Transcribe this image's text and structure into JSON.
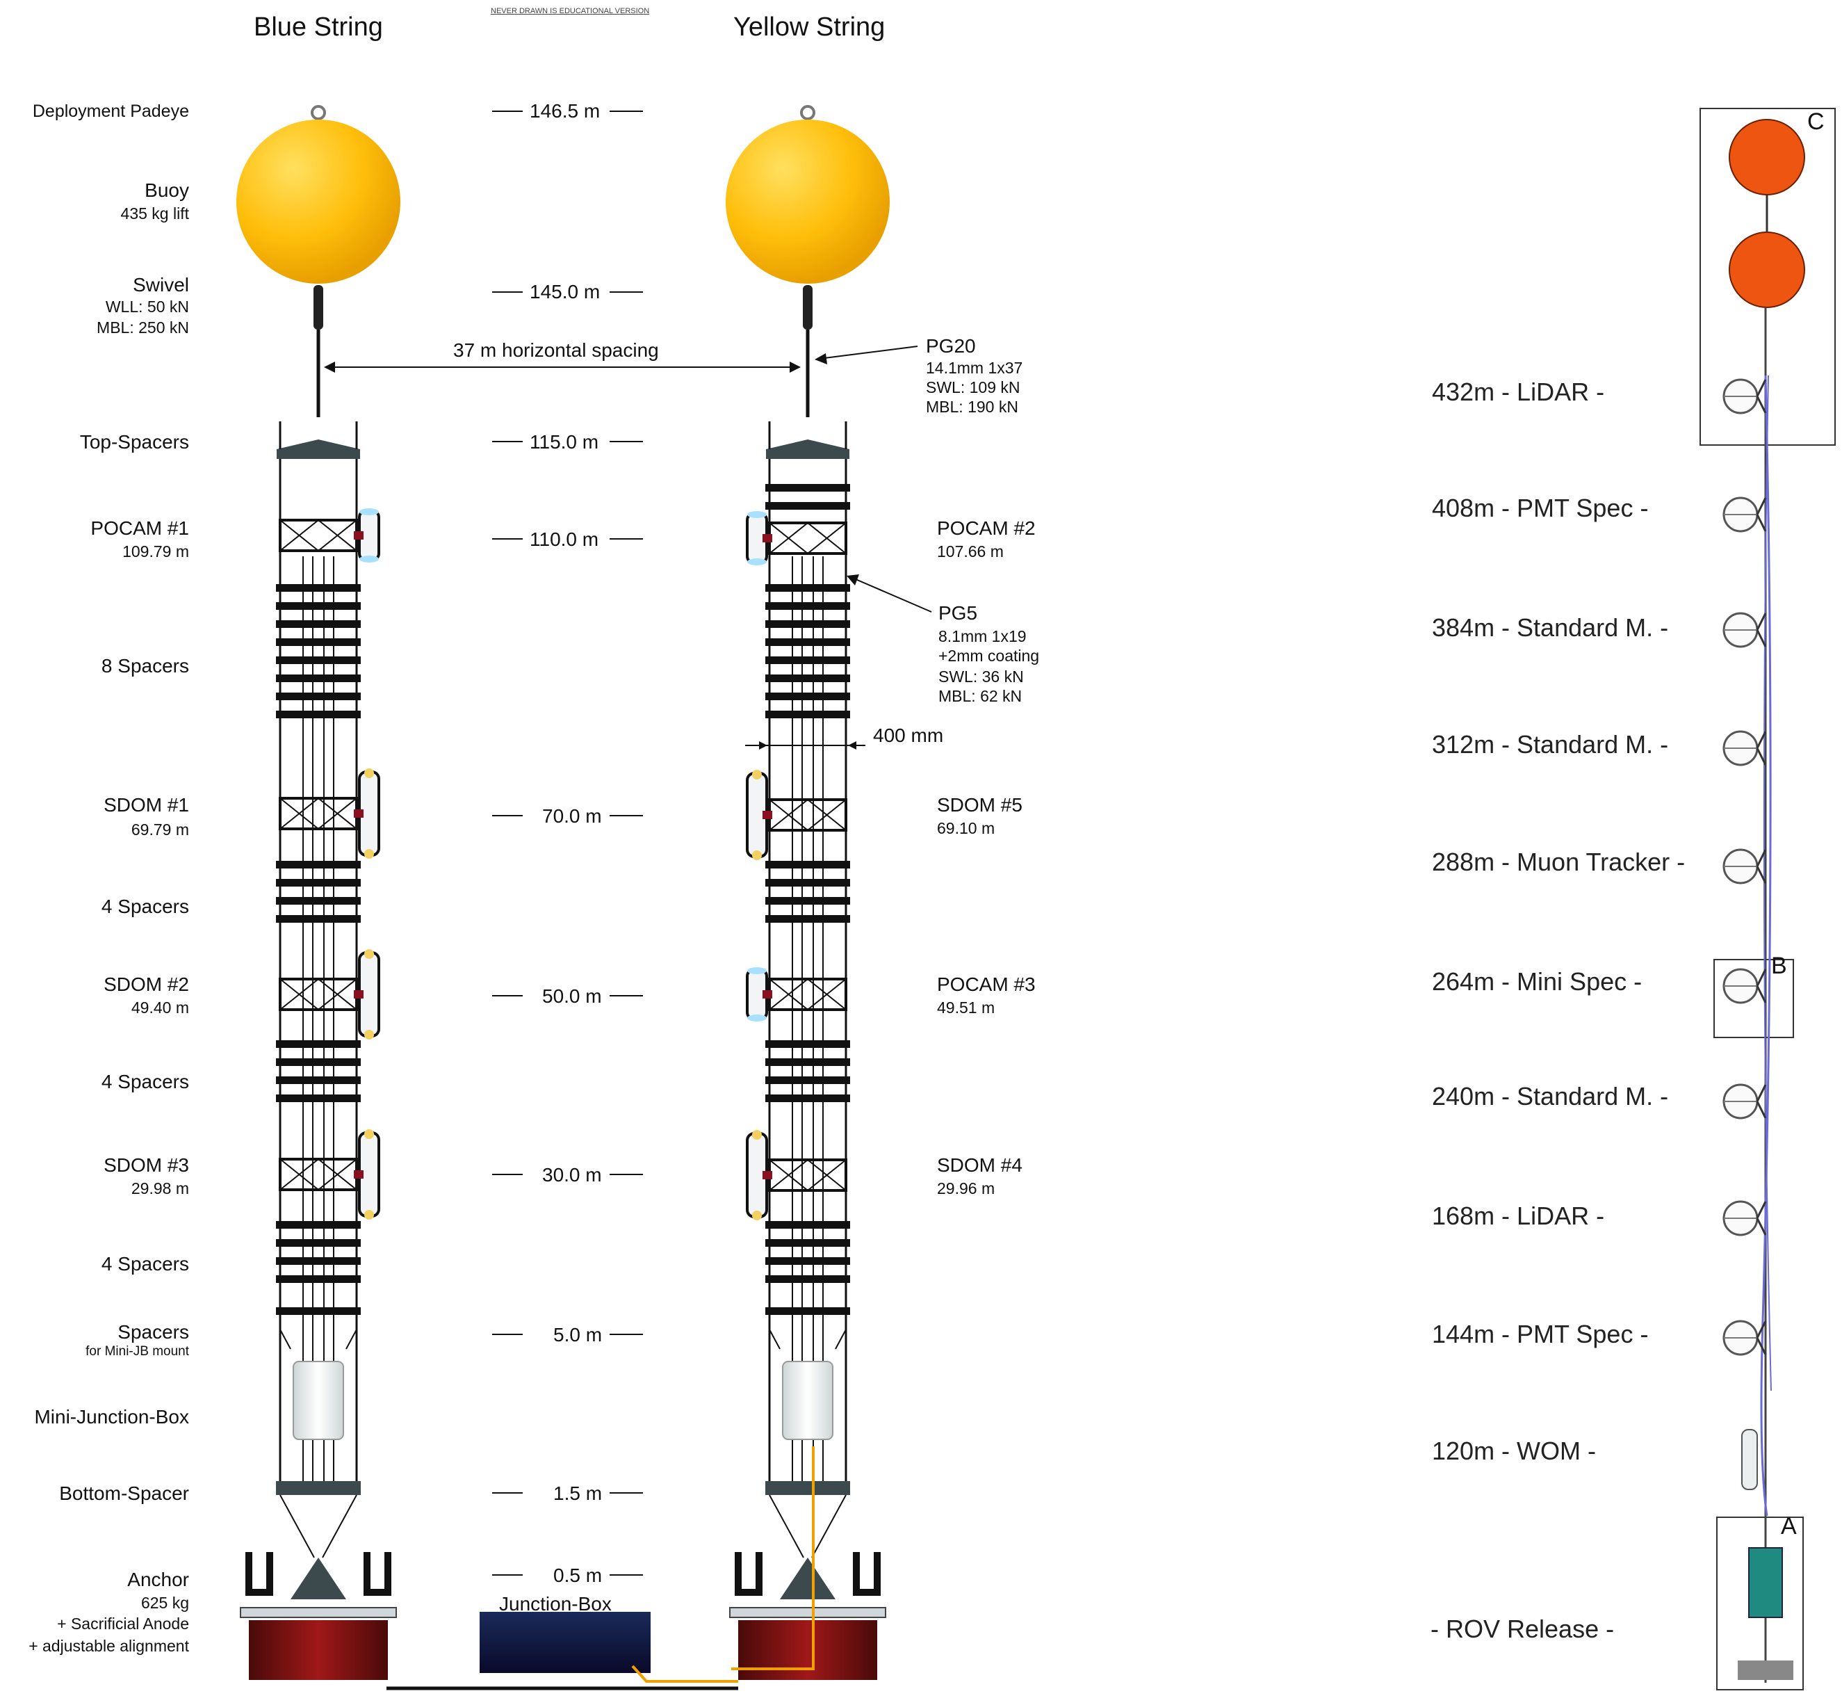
{
  "headers": {
    "blue": "Blue String",
    "yellow": "Yellow String",
    "watermark": "NEVER DRAWN IS EDUCATIONAL VERSION"
  },
  "left_labels": {
    "padeye": "Deployment Padeye",
    "buoy": "Buoy",
    "buoy_sub": "435 kg lift",
    "swivel": "Swivel",
    "swivel_wll": "WLL:   50 kN",
    "swivel_mbl": "MBL: 250 kN",
    "top_spacers": "Top-Spacers",
    "pocam1": "POCAM #1",
    "pocam1_depth": "109.79 m",
    "spacers8": "8 Spacers",
    "sdom1": "SDOM #1",
    "sdom1_depth": "69.79 m",
    "spacers4a": "4 Spacers",
    "sdom2": "SDOM #2",
    "sdom2_depth": "49.40 m",
    "spacers4b": "4 Spacers",
    "sdom3": "SDOM #3",
    "sdom3_depth": "29.98 m",
    "spacers4c": "4 Spacers",
    "spacers_jb": "Spacers",
    "spacers_jb_sub": "for Mini-JB mount",
    "mini_jb": "Mini-Junction-Box",
    "bottom_spacer": "Bottom-Spacer",
    "anchor": "Anchor",
    "anchor_mass": "625 kg",
    "anchor_anode": "+ Sacrificial Anode",
    "anchor_align": "+ adjustable alignment"
  },
  "heights": [
    "146.5 m",
    "145.0 m",
    "115.0 m",
    "110.0 m",
    "70.0 m",
    "50.0 m",
    "30.0 m",
    "5.0 m",
    "1.5 m",
    "0.5 m"
  ],
  "spacing_label": "37 m horizontal spacing",
  "junction_box": "Junction-Box",
  "yellow_labels": {
    "pg20": "PG20",
    "pg20_1": "14.1mm 1x37",
    "pg20_2": "SWL: 109 kN",
    "pg20_3": "MBL: 190 kN",
    "pocam2": "POCAM #2",
    "pocam2_depth": "107.66 m",
    "pg5": "PG5",
    "pg5_1": "8.1mm 1x19",
    "pg5_2": "+2mm coating",
    "pg5_3": "SWL: 36 kN",
    "pg5_4": "MBL: 62 kN",
    "width": "400 mm",
    "sdom5": "SDOM #5",
    "sdom5_depth": "69.10 m",
    "pocam3": "POCAM #3",
    "pocam3_depth": "49.51 m",
    "sdom4": "SDOM #4",
    "sdom4_depth": "29.96 m"
  },
  "right_labels": [
    "432m - LiDAR -",
    "408m - PMT Spec  -",
    "384m - Standard M. -",
    "312m - Standard M. -",
    "288m - Muon Tracker -",
    "264m - Mini Spec  -",
    "240m - Standard M. -",
    "168m - LiDAR -",
    "144m - PMT Spec -",
    "120m - WOM -",
    "- ROV Release -"
  ],
  "box_letters": {
    "a": "A",
    "b": "B",
    "c": "C"
  },
  "colors": {
    "buoy": "#FFBE0B",
    "orange_buoy": "#EE5510",
    "frame": "#111111",
    "anchor_dark": "#4a0a0a",
    "anchor_red": "#a01818",
    "junction": "#0a0a2a",
    "cable_orange": "#f0a000",
    "cable_blue": "#6a6ad8",
    "release": "#1e8a80"
  }
}
